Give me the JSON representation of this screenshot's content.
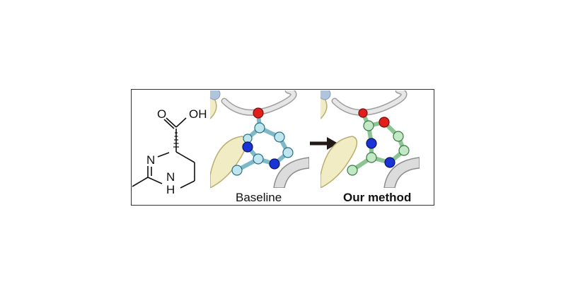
{
  "structure_labels": {
    "carbonyl_o": "O",
    "hydroxyl": "OH",
    "imine_n": "N",
    "amine_n": "N",
    "amine_h": "H"
  },
  "captions": {
    "baseline": "Baseline",
    "ours": "Our method"
  },
  "colors": {
    "baseline_carbon": "#bfe6ee",
    "ours_carbon": "#c3e8c6",
    "oxygen": "#e0201c",
    "nitrogen": "#1a33d6",
    "protein_ribbon_yellow": "#f2ecc4",
    "protein_ribbon_grey": "#dcdcdc",
    "arrow": "#231a17"
  }
}
